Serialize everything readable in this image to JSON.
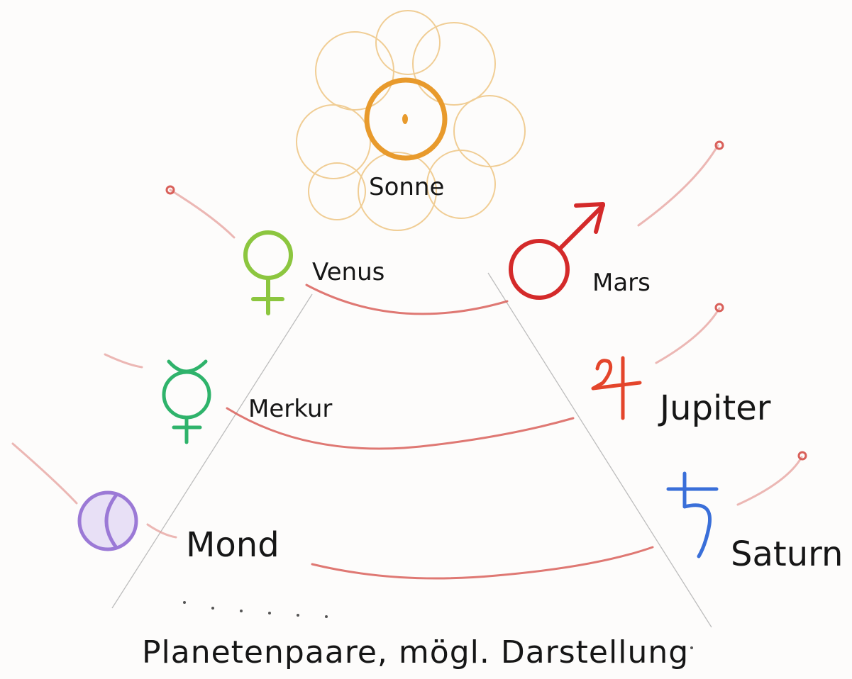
{
  "diagram": {
    "sun": {
      "label": "Sonne",
      "color": "#e89a2c",
      "ray_color": "#efc98a"
    },
    "planets": {
      "venus": {
        "label": "Venus",
        "color": "#8cc63f"
      },
      "mars": {
        "label": "Mars",
        "color": "#d42a2a"
      },
      "mercury": {
        "label": "Merkur",
        "color": "#2fb36b"
      },
      "jupiter": {
        "label": "Jupiter",
        "color": "#e4452b"
      },
      "moon": {
        "label": "Mond",
        "color": "#9b79d6"
      },
      "saturn": {
        "label": "Saturn",
        "color": "#3a6fd9"
      }
    },
    "orbit_color": "#d9605a",
    "caption": "Planetenpaare, mögl. Darstellung"
  }
}
